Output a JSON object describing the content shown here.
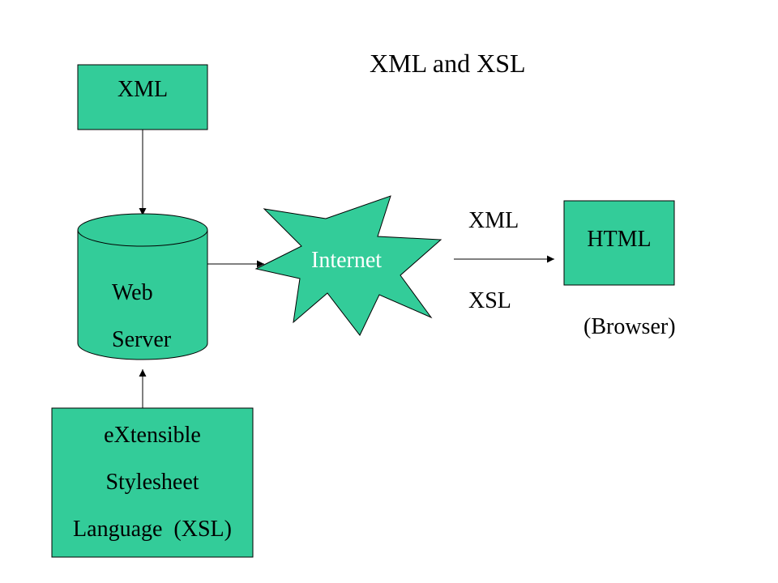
{
  "title": "XML and XSL",
  "colors": {
    "box_fill": "#33cc99",
    "stroke": "#000000",
    "internet_text": "#ffffff"
  },
  "xml_box": {
    "label": "XML"
  },
  "web_server": {
    "line1": "Web",
    "line2": "Server"
  },
  "internet": {
    "label": "Internet"
  },
  "xsl_box": {
    "line1": "eXtensible",
    "line2": "Stylesheet",
    "line3": "Language  (XSL)"
  },
  "transfer": {
    "top_label": "XML",
    "bottom_label": "XSL"
  },
  "html_box": {
    "label": "HTML",
    "caption": "(Browser)"
  }
}
